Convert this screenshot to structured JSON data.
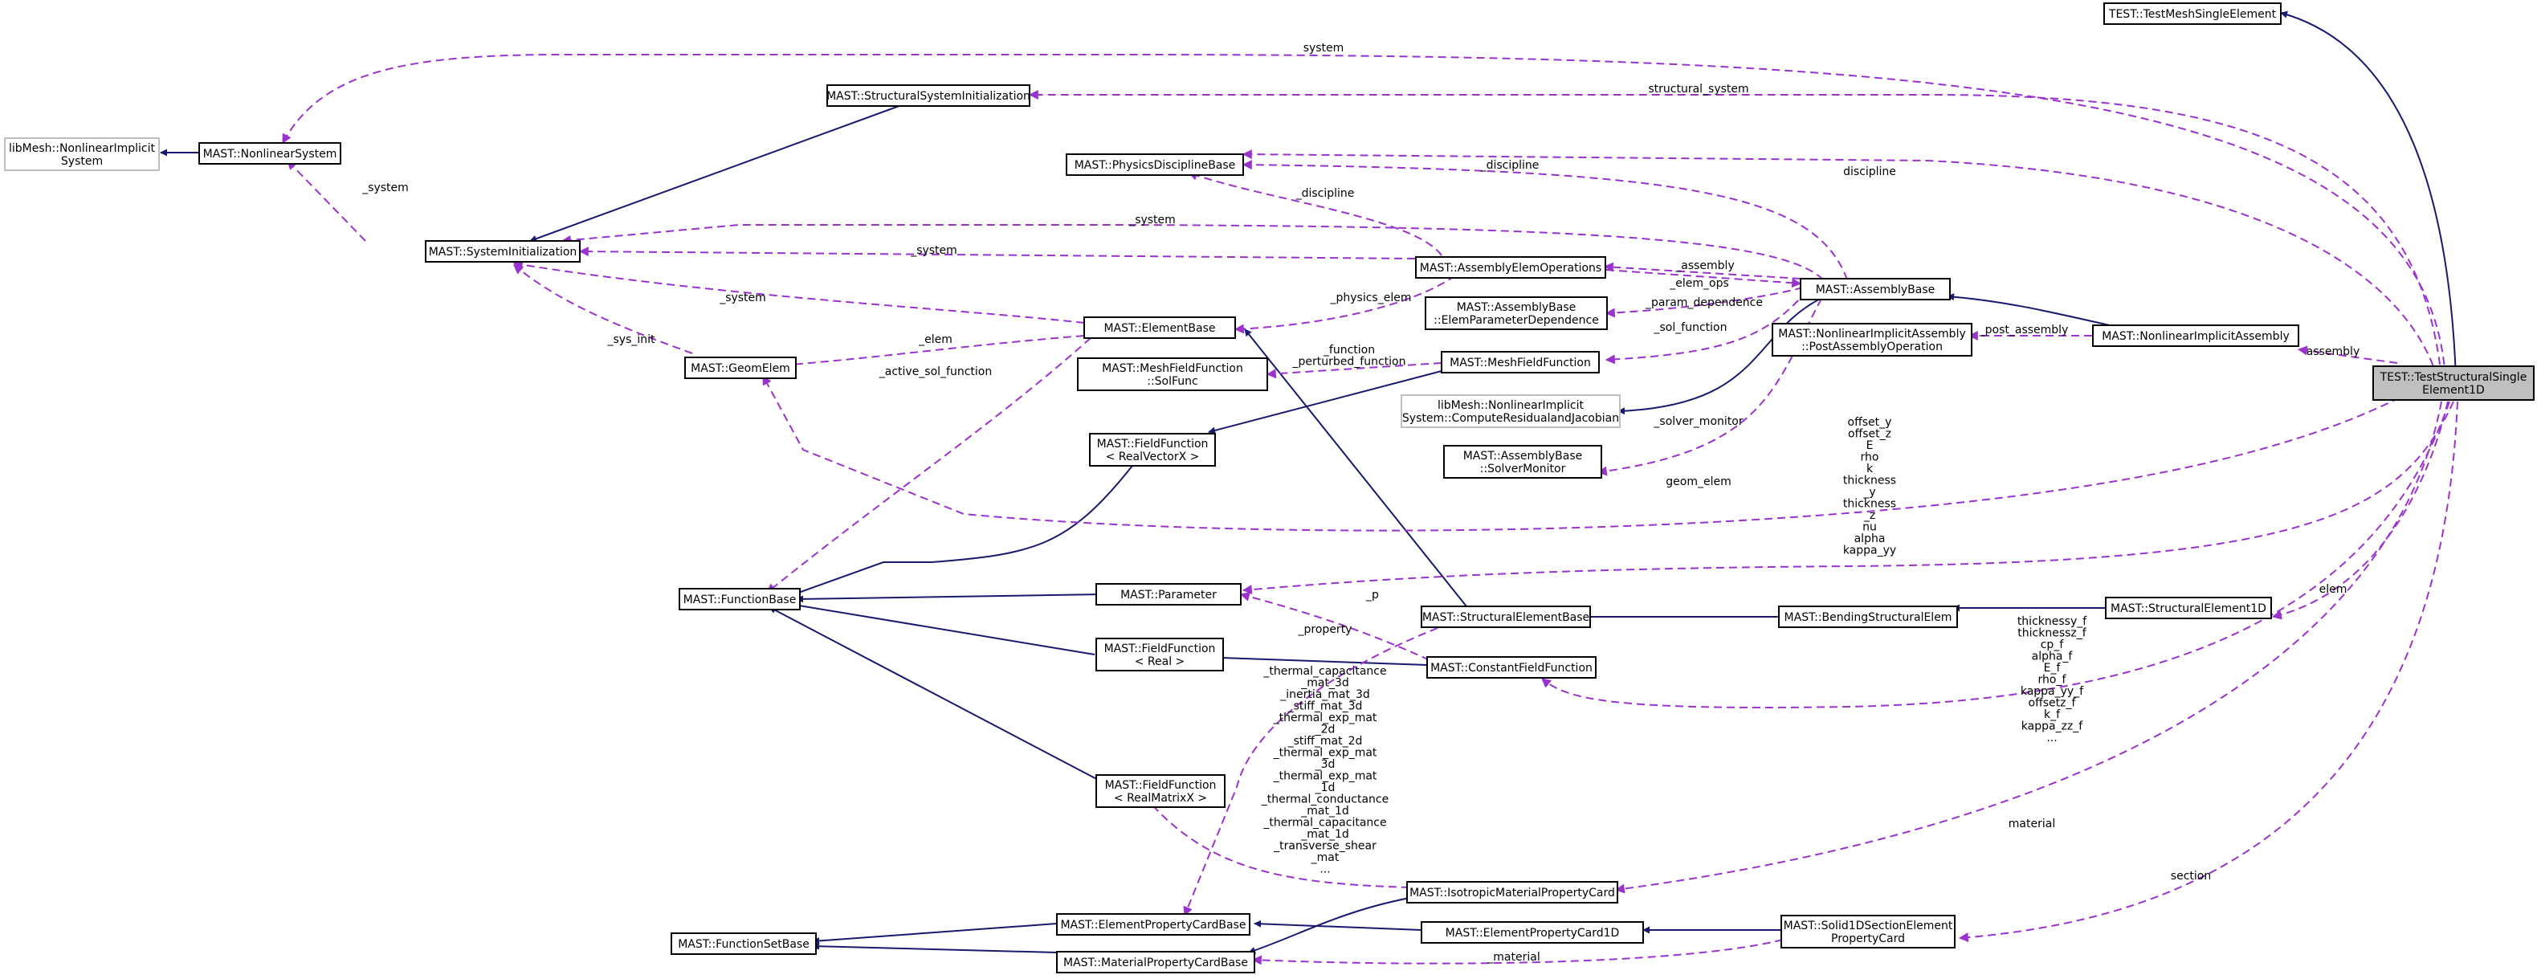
{
  "nodes": [
    {
      "id": "test_mesh",
      "lines": [
        "TEST::TestMeshSingleElement"
      ]
    },
    {
      "id": "test_struct",
      "lines": [
        "TEST::TestStructuralSingle",
        "Element1D"
      ],
      "focus": true
    },
    {
      "id": "libmesh_nl",
      "lines": [
        "libMesh::NonlinearImplicit",
        "System"
      ],
      "grey": true
    },
    {
      "id": "nl_system",
      "lines": [
        "MAST::NonlinearSystem"
      ]
    },
    {
      "id": "sys_init",
      "lines": [
        "MAST::SystemInitialization"
      ]
    },
    {
      "id": "struct_sys_init",
      "lines": [
        "MAST::StructuralSystemInitialization"
      ]
    },
    {
      "id": "geom_elem",
      "lines": [
        "MAST::GeomElem"
      ]
    },
    {
      "id": "physics_disc",
      "lines": [
        "MAST::PhysicsDisciplineBase"
      ]
    },
    {
      "id": "asm_elem_ops",
      "lines": [
        "MAST::AssemblyElemOperations"
      ]
    },
    {
      "id": "elem_param_dep",
      "lines": [
        "MAST::AssemblyBase",
        "::ElemParameterDependence"
      ]
    },
    {
      "id": "elem_base",
      "lines": [
        "MAST::ElementBase"
      ]
    },
    {
      "id": "solfunc",
      "lines": [
        "MAST::MeshFieldFunction",
        "::SolFunc"
      ]
    },
    {
      "id": "mesh_field",
      "lines": [
        "MAST::MeshFieldFunction"
      ]
    },
    {
      "id": "compute_resid",
      "lines": [
        "libMesh::NonlinearImplicit",
        "System::ComputeResidualandJacobian"
      ],
      "grey": true
    },
    {
      "id": "solver_mon",
      "lines": [
        "MAST::AssemblyBase",
        "::SolverMonitor"
      ]
    },
    {
      "id": "assembly_base",
      "lines": [
        "MAST::AssemblyBase"
      ]
    },
    {
      "id": "post_asm",
      "lines": [
        "MAST::NonlinearImplicitAssembly",
        "::PostAssemblyOperation"
      ]
    },
    {
      "id": "nl_impl_asm",
      "lines": [
        "MAST::NonlinearImplicitAssembly"
      ]
    },
    {
      "id": "ff_vec",
      "lines": [
        "MAST::FieldFunction",
        "< RealVectorX >"
      ]
    },
    {
      "id": "func_base",
      "lines": [
        "MAST::FunctionBase"
      ]
    },
    {
      "id": "parameter",
      "lines": [
        "MAST::Parameter"
      ]
    },
    {
      "id": "ff_real",
      "lines": [
        "MAST::FieldFunction",
        "< Real >"
      ]
    },
    {
      "id": "ff_mat",
      "lines": [
        "MAST::FieldFunction",
        "< RealMatrixX >"
      ]
    },
    {
      "id": "struct_elem_base",
      "lines": [
        "MAST::StructuralElementBase"
      ]
    },
    {
      "id": "const_field",
      "lines": [
        "MAST::ConstantFieldFunction"
      ]
    },
    {
      "id": "bending",
      "lines": [
        "MAST::BendingStructuralElem"
      ]
    },
    {
      "id": "struct_elem_1d",
      "lines": [
        "MAST::StructuralElement1D"
      ]
    },
    {
      "id": "iso_mat",
      "lines": [
        "MAST::IsotropicMaterialPropertyCard"
      ]
    },
    {
      "id": "elem_prop_card",
      "lines": [
        "MAST::ElementPropertyCardBase"
      ]
    },
    {
      "id": "elem_prop_1d",
      "lines": [
        "MAST::ElementPropertyCard1D"
      ]
    },
    {
      "id": "solid_1d",
      "lines": [
        "MAST::Solid1DSectionElement",
        "PropertyCard"
      ]
    },
    {
      "id": "func_set",
      "lines": [
        "MAST::FunctionSetBase"
      ]
    },
    {
      "id": "mat_prop_card",
      "lines": [
        "MAST::MaterialPropertyCardBase"
      ]
    }
  ],
  "edge_labels": [
    {
      "id": "system_top",
      "lines": [
        "system"
      ]
    },
    {
      "id": "structural_system",
      "lines": [
        "structural_system"
      ]
    },
    {
      "id": "discipline",
      "lines": [
        "discipline"
      ]
    },
    {
      "id": "discipline_asm",
      "lines": [
        "_discipline"
      ]
    },
    {
      "id": "discipline_ops",
      "lines": [
        "_discipline"
      ]
    },
    {
      "id": "system_asm",
      "lines": [
        "_system"
      ]
    },
    {
      "id": "system_ops",
      "lines": [
        "_system"
      ]
    },
    {
      "id": "system_nl",
      "lines": [
        "_system"
      ]
    },
    {
      "id": "system_elem",
      "lines": [
        "_system"
      ]
    },
    {
      "id": "assembly_ops",
      "lines": [
        "_assembly"
      ]
    },
    {
      "id": "elem_ops",
      "lines": [
        "_elem_ops"
      ]
    },
    {
      "id": "param_dep",
      "lines": [
        "_param_dependence"
      ]
    },
    {
      "id": "physics_elem",
      "lines": [
        "_physics_elem"
      ]
    },
    {
      "id": "sol_function",
      "lines": [
        "_sol_function"
      ]
    },
    {
      "id": "elem",
      "lines": [
        "_elem"
      ]
    },
    {
      "id": "sys_init",
      "lines": [
        "_sys_init"
      ]
    },
    {
      "id": "func_pert",
      "lines": [
        "_function",
        "_perturbed_function"
      ]
    },
    {
      "id": "active_sol",
      "lines": [
        "_active_sol_function"
      ]
    },
    {
      "id": "solver_monitor",
      "lines": [
        "_solver_monitor"
      ]
    },
    {
      "id": "geom_elem",
      "lines": [
        "geom_elem"
      ]
    },
    {
      "id": "post_assembly",
      "lines": [
        "_post_assembly"
      ]
    },
    {
      "id": "assembly",
      "lines": [
        "assembly"
      ]
    },
    {
      "id": "params",
      "lines": [
        "offset_y",
        "offset_z",
        "E",
        "rho",
        "k",
        "thickness",
        "_y",
        "thickness",
        "_z",
        "nu",
        "alpha",
        "kappa_yy"
      ]
    },
    {
      "id": "p",
      "lines": [
        "_p"
      ]
    },
    {
      "id": "property",
      "lines": [
        "_property"
      ]
    },
    {
      "id": "mat_fields",
      "lines": [
        "_thermal_capacitance",
        "_mat_3d",
        "_inertia_mat_3d",
        "_stiff_mat_3d",
        "_thermal_exp_mat",
        "_2d",
        "_stiff_mat_2d",
        "_thermal_exp_mat",
        "_3d",
        "_thermal_exp_mat",
        "_1d",
        "_thermal_conductance",
        "_mat_1d",
        "_thermal_capacitance",
        "_mat_1d",
        "_transverse_shear",
        "_mat",
        "..."
      ]
    },
    {
      "id": "func_fields",
      "lines": [
        "thicknessy_f",
        "thicknessz_f",
        "cp_f",
        "alpha_f",
        "E_f",
        "rho_f",
        "kappa_yy_f",
        "offsetz_f",
        "k_f",
        "kappa_zz_f",
        "..."
      ]
    },
    {
      "id": "elem_right",
      "lines": [
        "elem"
      ]
    },
    {
      "id": "material",
      "lines": [
        "material"
      ]
    },
    {
      "id": "section",
      "lines": [
        "section"
      ]
    },
    {
      "id": "material_card",
      "lines": [
        "_material"
      ]
    }
  ]
}
